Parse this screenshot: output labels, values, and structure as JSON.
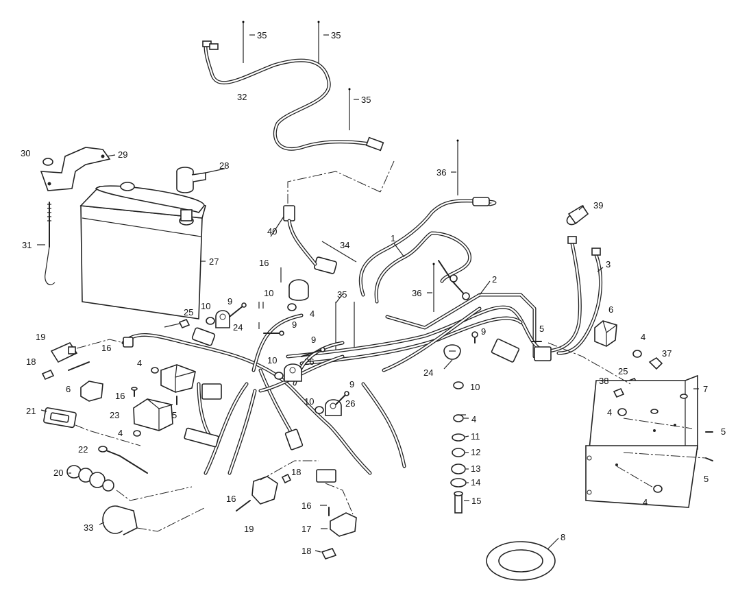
{
  "callouts": {
    "c1": "1",
    "c2": "2",
    "c3": "3",
    "c4a": "4",
    "c4b": "4",
    "c4c": "4",
    "c4d": "4",
    "c4e": "4",
    "c4f": "4",
    "c4g": "4",
    "c5a": "5",
    "c5b": "5",
    "c5c": "5",
    "c5d": "5",
    "c6a": "6",
    "c6b": "6",
    "c7": "7",
    "c8": "8",
    "c9a": "9",
    "c9b": "9",
    "c9c": "9",
    "c9d": "9",
    "c9e": "9",
    "c10a": "10",
    "c10b": "10",
    "c10c": "10",
    "c10d": "10",
    "c10e": "10",
    "c11": "11",
    "c12": "12",
    "c13": "13",
    "c14": "14",
    "c15": "15",
    "c16a": "16",
    "c16b": "16",
    "c16c": "16",
    "c16d": "16",
    "c16e": "16",
    "c17": "17",
    "c18a": "18",
    "c18b": "18",
    "c18c": "18",
    "c19a": "19",
    "c19b": "19",
    "c20": "20",
    "c21": "21",
    "c22": "22",
    "c23": "23",
    "c24a": "24",
    "c24b": "24",
    "c25a": "25",
    "c25b": "25",
    "c26a": "26",
    "c26b": "26",
    "c27": "27",
    "c28": "28",
    "c29": "29",
    "c30": "30",
    "c31": "31",
    "c32": "32",
    "c33": "33",
    "c34": "34",
    "c35a": "35",
    "c35b": "35",
    "c35c": "35",
    "c35d": "35",
    "c36a": "36",
    "c36b": "36",
    "c37": "37",
    "c38": "38",
    "c39": "39",
    "c40": "40"
  }
}
